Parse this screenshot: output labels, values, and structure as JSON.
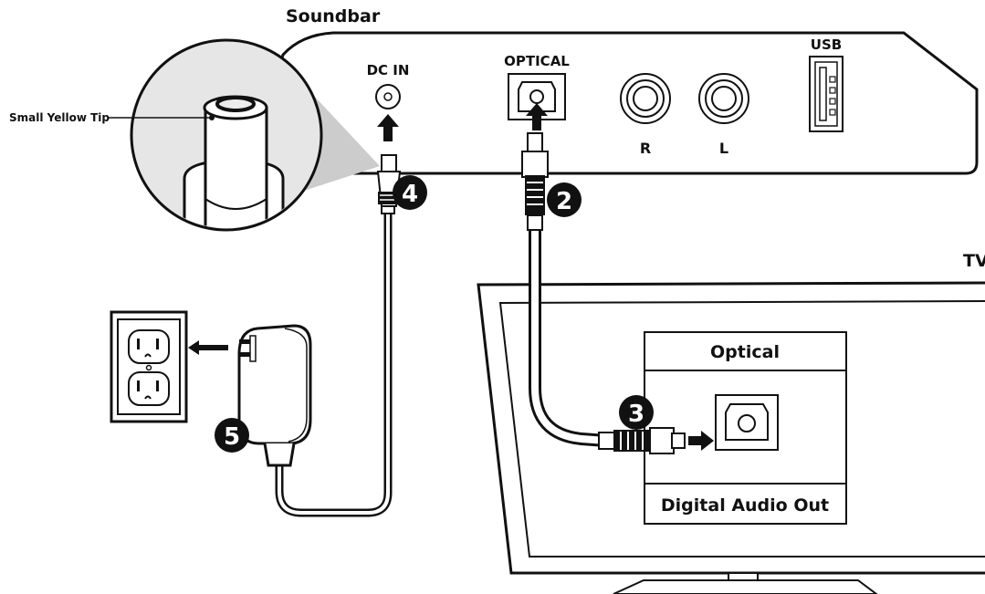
{
  "labels": {
    "soundbar": "Soundbar",
    "tv": "TV",
    "dc_in": "DC IN",
    "optical_port": "OPTICAL",
    "rca_right": "R",
    "rca_left": "L",
    "usb": "USB",
    "small_yellow_tip": "Small Yellow Tip",
    "tv_optical": "Optical",
    "tv_digital_audio_out": "Digital Audio Out"
  },
  "steps": [
    "2",
    "3",
    "4",
    "5"
  ],
  "colors": {
    "ink": "#111111",
    "background": "#ffffff",
    "magnifier_fill": "#e6e6e6",
    "magnifier_beam": "#cccccc"
  }
}
